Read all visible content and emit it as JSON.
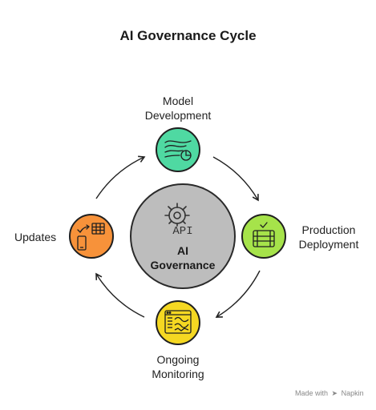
{
  "title": "AI Governance Cycle",
  "center": {
    "icon_text": "API",
    "label_line1": "AI",
    "label_line2": "Governance",
    "icon": "gear-api-icon"
  },
  "nodes": {
    "model_development": {
      "line1": "Model",
      "line2": "Development",
      "color": "#4fd9a2",
      "icon": "data-flow-chart-icon"
    },
    "production_deployment": {
      "line1": "Production",
      "line2": "Deployment",
      "color": "#a6e34a",
      "icon": "server-stack-check-icon"
    },
    "ongoing_monitoring": {
      "line1": "Ongoing",
      "line2": "Monitoring",
      "color": "#f5d822",
      "icon": "monitor-dashboard-icon"
    },
    "updates": {
      "line1": "Updates",
      "color": "#f7923a",
      "icon": "device-sync-table-icon"
    }
  },
  "footer": {
    "made_with": "Made with",
    "brand": "Napkin"
  }
}
